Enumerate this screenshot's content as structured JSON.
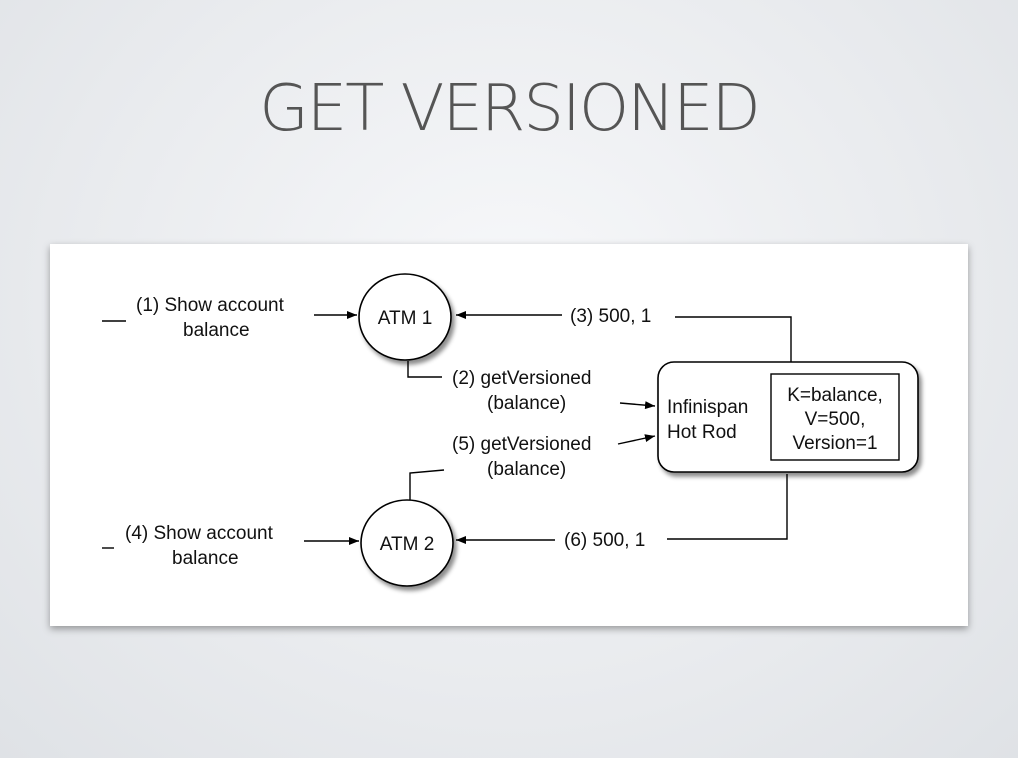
{
  "slide": {
    "title": "GET VERSIONED"
  },
  "diagram": {
    "atm1": "ATM 1",
    "atm2": "ATM 2",
    "step1": [
      "(1) Show account",
      "balance"
    ],
    "step2": [
      "(2) getVersioned",
      "(balance)"
    ],
    "step3": "(3) 500, 1",
    "step4": [
      "(4) Show account",
      "balance"
    ],
    "step5": [
      "(5) getVersioned",
      "(balance)"
    ],
    "step6": "(6) 500, 1",
    "server": [
      "Infinispan",
      "Hot Rod"
    ],
    "entry": [
      "K=balance,",
      "V=500,",
      "Version=1"
    ]
  }
}
